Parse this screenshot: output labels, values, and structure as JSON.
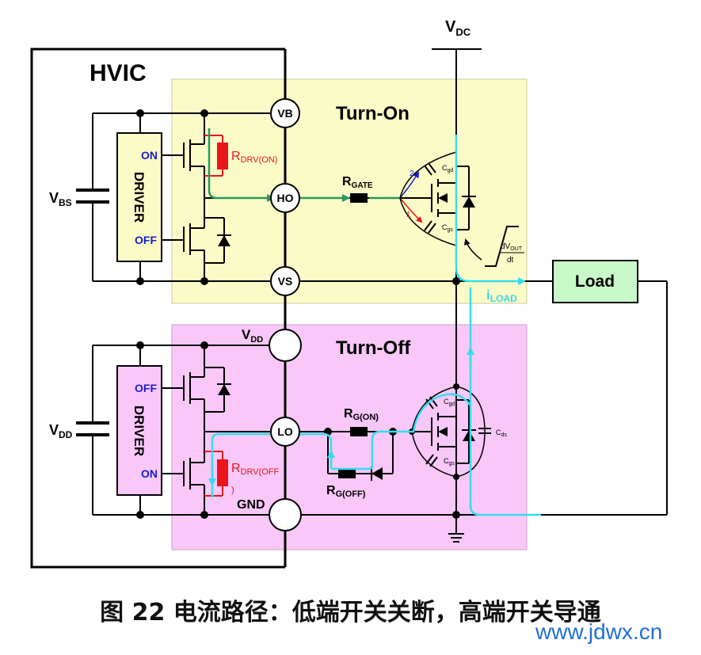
{
  "labels": {
    "hvic": "HVIC",
    "vdc_main": "V",
    "vdc_sub": "DC",
    "turn_on": "Turn-On",
    "turn_off": "Turn-Off",
    "load": "Load",
    "vbs_main": "V",
    "vbs_sub": "BS",
    "vdd_main": "V",
    "vdd_sub": "DD",
    "vdd_pin_main": "V",
    "vdd_pin_sub": "DD",
    "driver": "DRIVER",
    "on": "ON",
    "off": "OFF",
    "vb": "VB",
    "ho": "HO",
    "vs": "VS",
    "lo": "LO",
    "gnd": "GND",
    "rdrv_on_main": "R",
    "rdrv_on_sub": "DRV(ON)",
    "rdrv_off_main": "R",
    "rdrv_off_sub": "DRV(OFF",
    "rdrv_off_tail": ")",
    "rgate_main": "R",
    "rgate_sub": "GATE",
    "rgon_main": "R",
    "rgon_sub": "G(ON)",
    "rgoff_main": "R",
    "rgoff_sub": "G(OFF)",
    "cgd_main": "C",
    "cgd_sub": "gd",
    "cgs_main": "C",
    "cgs_sub": "gs",
    "cds_main": "C",
    "cds_sub": "ds",
    "dvout_num_main": "dV",
    "dvout_num_sub": "OUT",
    "dvout_den": "dt",
    "iload_main": "i",
    "iload_sub": "LOAD",
    "path_num_1": "1",
    "path_num_2": "2"
  },
  "caption": "图 22 电流路径：低端开关关断，高端开关导通",
  "watermark": "www.jdwx.cn",
  "colors": {
    "turn_on_region": "#fbfbc8",
    "turn_off_region": "#f9c8f9",
    "load_box": "#c8f8c8",
    "current_path": "#33ddee",
    "turn_on_path": "#2a9a5a",
    "resistor": "#e8151b",
    "pin_text": "#1a1acc"
  }
}
